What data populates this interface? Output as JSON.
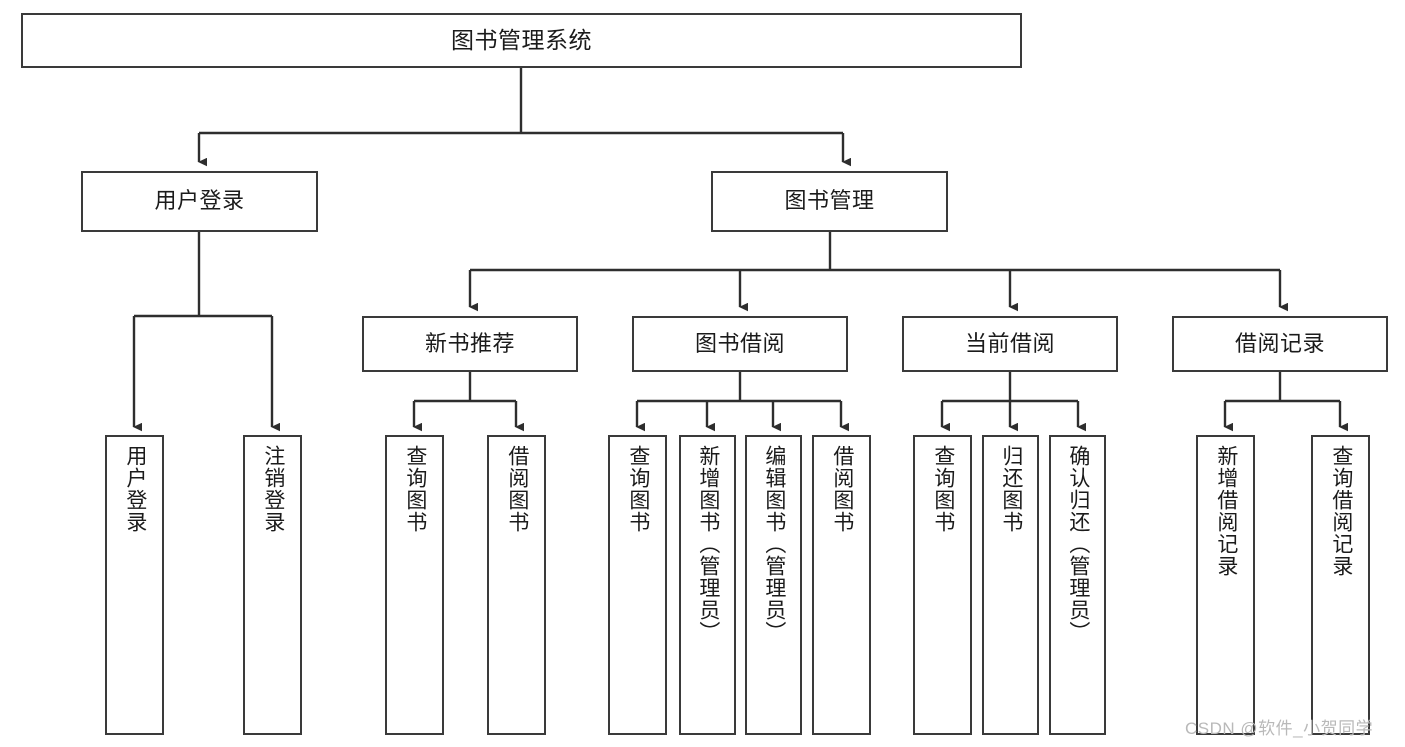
{
  "diagram": {
    "title": "图书管理系统",
    "type": "tree-hierarchy",
    "colors": {
      "box_border": "#3a3a3a",
      "box_fill": "#ffffff",
      "edge": "#2e2e2e",
      "text": "#1b1b1b",
      "watermark": "#b9b9b9"
    },
    "root": {
      "label": "图书管理系统"
    },
    "level1": [
      {
        "label": "用户登录"
      },
      {
        "label": "图书管理"
      }
    ],
    "level2": [
      {
        "label": "新书推荐"
      },
      {
        "label": "图书借阅"
      },
      {
        "label": "当前借阅"
      },
      {
        "label": "借阅记录"
      }
    ],
    "leaves": {
      "user_login": [
        {
          "label": "用户登录"
        },
        {
          "label": "注销登录"
        }
      ],
      "new_book_recommend": [
        {
          "label": "查询图书"
        },
        {
          "label": "借阅图书"
        }
      ],
      "book_borrow": [
        {
          "label": "查询图书"
        },
        {
          "label": "新增图书（管理员）"
        },
        {
          "label": "编辑图书（管理员）"
        },
        {
          "label": "借阅图书"
        }
      ],
      "current_borrow": [
        {
          "label": "查询图书"
        },
        {
          "label": "归还图书"
        },
        {
          "label": "确认归还（管理员）"
        }
      ],
      "borrow_record": [
        {
          "label": "新增借阅记录"
        },
        {
          "label": "查询借阅记录"
        }
      ]
    }
  },
  "watermark": {
    "text": "CSDN @软件_小贺同学"
  }
}
